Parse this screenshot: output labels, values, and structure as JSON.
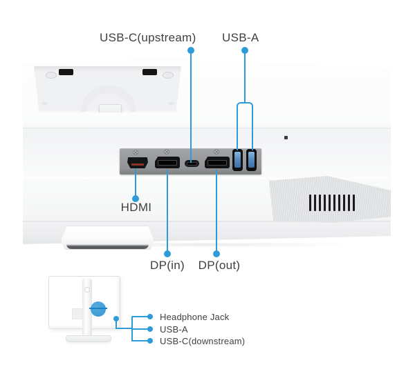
{
  "colors": {
    "accent": "#2E9BD9",
    "text": "#3E3F41"
  },
  "callouts": {
    "top": [
      {
        "id": "usb-c-upstream",
        "label": "USB-C(upstream)"
      },
      {
        "id": "usb-a",
        "label": "USB-A"
      }
    ],
    "rear_ports": [
      {
        "id": "hdmi",
        "label": "HDMI"
      },
      {
        "id": "dp-in",
        "label": "DP(in)"
      },
      {
        "id": "dp-out",
        "label": "DP(out)"
      }
    ],
    "side_ports": [
      {
        "id": "headphone-jack",
        "label": "Headphone Jack"
      },
      {
        "id": "usb-a-side",
        "label": "USB-A"
      },
      {
        "id": "usb-c-downstream",
        "label": "USB-C(downstream)"
      }
    ]
  }
}
